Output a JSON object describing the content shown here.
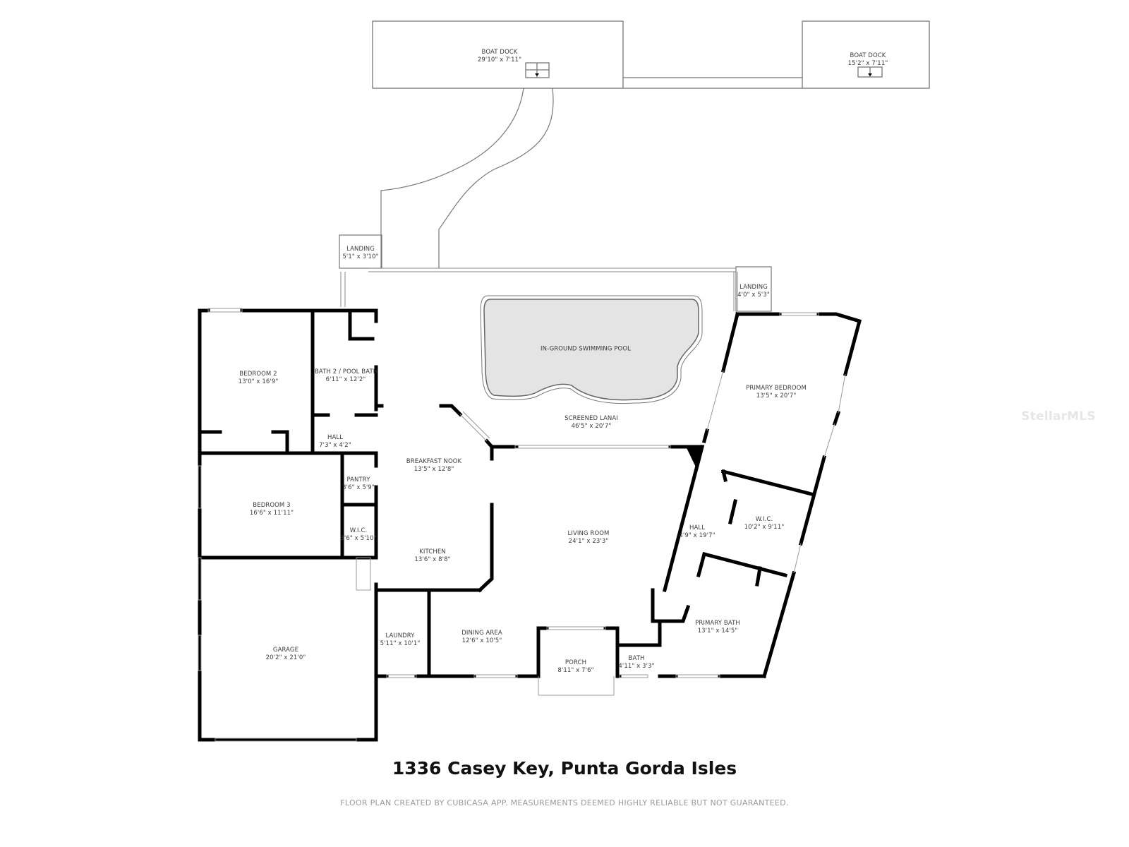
{
  "title": "1336 Casey Key, Punta Gorda Isles",
  "disclaimer": "FLOOR PLAN CREATED BY CUBICASA APP. MEASUREMENTS DEEMED HIGHLY RELIABLE BUT NOT GUARANTEED.",
  "watermark": "StellarMLS",
  "colors": {
    "wall": "#000000",
    "thin_line": "#888888",
    "pool_fill": "#e4e4e4",
    "label_text": "#3a3a3a"
  },
  "rooms": {
    "boat_dock_1": {
      "name": "BOAT DOCK",
      "dim": "29'10\" x 7'11\""
    },
    "boat_dock_2": {
      "name": "BOAT DOCK",
      "dim": "15'2\" x 7'11\""
    },
    "landing_1": {
      "name": "LANDING",
      "dim": "5'1\" x 3'10\""
    },
    "landing_2": {
      "name": "LANDING",
      "dim": "4'0\" x 5'3\""
    },
    "pool": {
      "name": "IN-GROUND SWIMMING POOL"
    },
    "lanai": {
      "name": "SCREENED LANAI",
      "dim": "46'5\" x 20'7\""
    },
    "bedroom_2": {
      "name": "BEDROOM 2",
      "dim": "13'0\" x 16'9\""
    },
    "bath_2": {
      "name": "BATH 2 / POOL BATH",
      "dim": "6'11\" x 12'2\""
    },
    "hall_1": {
      "name": "HALL",
      "dim": "7'3\" x 4'2\""
    },
    "breakfast_nook": {
      "name": "BREAKFAST NOOK",
      "dim": "13'5\" x 12'8\""
    },
    "pantry": {
      "name": "PANTRY",
      "dim": "3'6\" x 5'9\""
    },
    "bedroom_3": {
      "name": "BEDROOM 3",
      "dim": "16'6\" x 11'11\""
    },
    "wic_1": {
      "name": "W.I.C.",
      "dim": "3'6\" x 5'10\""
    },
    "kitchen": {
      "name": "KITCHEN",
      "dim": "13'6\" x 8'8\""
    },
    "living_room": {
      "name": "LIVING ROOM",
      "dim": "24'1\" x 23'3\""
    },
    "primary_bedroom": {
      "name": "PRIMARY BEDROOM",
      "dim": "13'5\" x 20'7\""
    },
    "hall_2": {
      "name": "HALL",
      "dim": "4'9\" x 19'7\""
    },
    "wic_2": {
      "name": "W.I.C.",
      "dim": "10'2\" x 9'11\""
    },
    "garage": {
      "name": "GARAGE",
      "dim": "20'2\" x 21'0\""
    },
    "laundry": {
      "name": "LAUNDRY",
      "dim": "5'11\" x 10'1\""
    },
    "dining_area": {
      "name": "DINING AREA",
      "dim": "12'6\" x 10'5\""
    },
    "porch": {
      "name": "PORCH",
      "dim": "8'11\" x 7'6\""
    },
    "bath_3": {
      "name": "BATH",
      "dim": "4'11\" x 3'3\""
    },
    "primary_bath": {
      "name": "PRIMARY BATH",
      "dim": "13'1\" x 14'5\""
    }
  }
}
